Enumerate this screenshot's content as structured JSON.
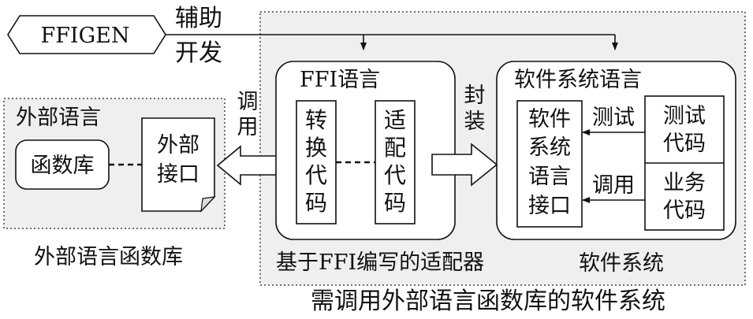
{
  "colors": {
    "panel_fill": "#efefef",
    "box_fill": "#ffffff",
    "stroke": "#111111"
  },
  "ffigen": {
    "label": "FFIGEN",
    "aux_line1": "辅助",
    "aux_line2": "开发"
  },
  "foreign_library": {
    "title": "外部语言",
    "function_library": "函数库",
    "external_interface": [
      "外部",
      "接口"
    ],
    "caption": "外部语言函数库"
  },
  "call_label": [
    "调",
    "用"
  ],
  "wrap_label": [
    "封",
    "装"
  ],
  "adapter": {
    "title": "FFI语言",
    "convert_code": [
      "转",
      "换",
      "代",
      "码"
    ],
    "adapt_code": [
      "适",
      "配",
      "代",
      "码"
    ],
    "caption": "基于FFI编写的适配器"
  },
  "software_system": {
    "title": "软件系统语言",
    "language_interface": [
      "软件",
      "系统",
      "语言",
      "接口"
    ],
    "test_label": "测试",
    "call_label": "调用",
    "test_code": [
      "测试",
      "代码"
    ],
    "business_code": [
      "业务",
      "代码"
    ],
    "caption": "软件系统"
  },
  "outer_caption": "需调用外部语言函数库的软件系统"
}
